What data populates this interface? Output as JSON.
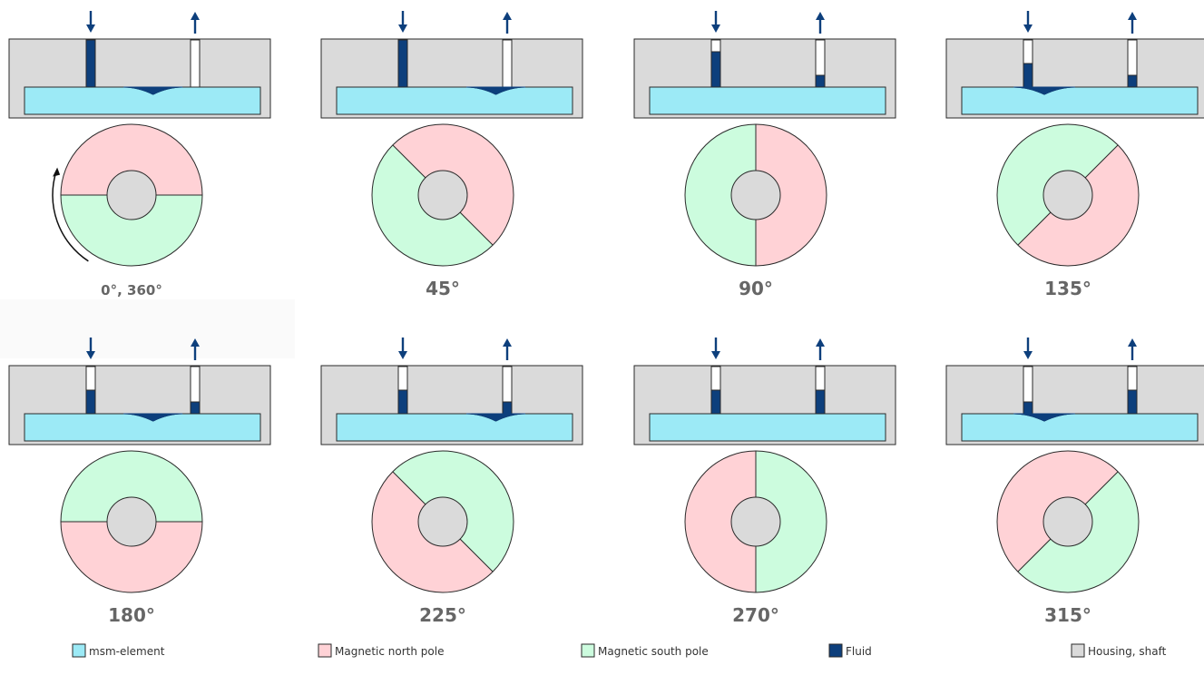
{
  "colors": {
    "msm_element": "#9ceaf6",
    "north_pole": "#ffd2d6",
    "south_pole": "#ccfcde",
    "fluid": "#0d3f7c",
    "housing": "#dadada",
    "stroke": "#2a2a2a"
  },
  "diagrams": [
    {
      "label": "0°, 360°",
      "north_angle": 0,
      "bulge": [
        0.42,
        0.67
      ],
      "fluid": [
        1.0,
        0.0
      ],
      "rotation_arrow": true
    },
    {
      "label": "45°",
      "north_angle": 45,
      "bulge": [
        0.55,
        0.8
      ],
      "fluid": [
        1.0,
        0.0
      ],
      "rotation_arrow": false
    },
    {
      "label": "90°",
      "north_angle": 90,
      "bulge": null,
      "fluid": [
        0.75,
        0.25
      ],
      "rotation_arrow": false
    },
    {
      "label": "135°",
      "north_angle": 135,
      "bulge": [
        0.22,
        0.48
      ],
      "fluid": [
        0.5,
        0.25
      ],
      "rotation_arrow": false
    },
    {
      "label": "180°",
      "north_angle": 180,
      "bulge": [
        0.42,
        0.67
      ],
      "fluid": [
        0.5,
        0.25
      ],
      "rotation_arrow": false
    },
    {
      "label": "225°",
      "north_angle": 225,
      "bulge": [
        0.55,
        0.8
      ],
      "fluid": [
        0.5,
        0.25
      ],
      "rotation_arrow": false
    },
    {
      "label": "270°",
      "north_angle": 270,
      "bulge": null,
      "fluid": [
        0.5,
        0.5
      ],
      "rotation_arrow": false
    },
    {
      "label": "315°",
      "north_angle": 315,
      "bulge": [
        0.22,
        0.48
      ],
      "fluid": [
        0.25,
        0.5
      ],
      "rotation_arrow": false
    }
  ],
  "legend": [
    {
      "key": "msm_element",
      "label": "msm-element"
    },
    {
      "key": "north_pole",
      "label": "Magnetic north pole"
    },
    {
      "key": "south_pole",
      "label": "Magnetic south pole"
    },
    {
      "key": "fluid",
      "label": "Fluid"
    },
    {
      "key": "housing",
      "label": "Housing, shaft"
    }
  ]
}
